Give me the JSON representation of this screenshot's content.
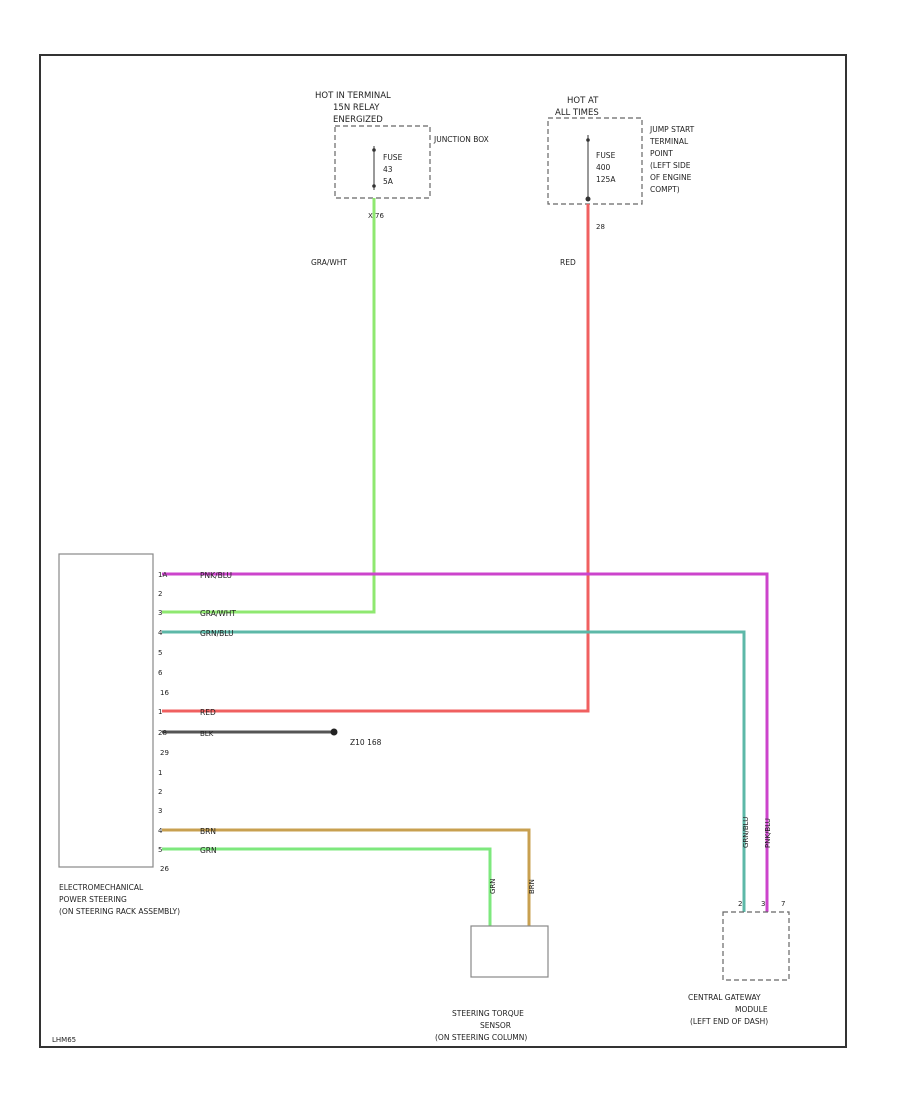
{
  "sources": {
    "hot_run": {
      "lines": [
        "HOT IN TERMINAL",
        "15N RELAY",
        "ENERGIZED"
      ],
      "fuse": [
        "FUSE",
        "43",
        "5A"
      ],
      "location": "JUNCTION BOX",
      "pin": "X 76"
    },
    "hot_all": {
      "lines": [
        "HOT AT",
        "ALL TIMES"
      ],
      "fuse": [
        "FUSE",
        "400",
        "125A"
      ],
      "location": [
        "JUMP START",
        "TERMINAL",
        "POINT",
        "(LEFT SIDE",
        "OF ENGINE",
        "COMPT)"
      ],
      "pin": "28"
    }
  },
  "wires": {
    "gra_wht": "GRA/WHT",
    "red": "RED",
    "pnk_blu": "PNK/BLU",
    "grn_blu": "GRN/BLU",
    "brn": "BRN",
    "brn_short": "BRN",
    "grn": "GRN",
    "grn_short": "GRN",
    "grn_blu_vert": "GRN/BLU",
    "pnk_blu_vert": "PNK/BLU"
  },
  "module": {
    "label": [
      "ELECTROMECHANICAL",
      "POWER STEERING",
      "(ON STEERING RACK ASSEMBLY)"
    ],
    "pins": [
      "1A",
      "2",
      "3",
      "4",
      "5",
      "6",
      "16",
      "1",
      "28",
      "29",
      "1",
      "2",
      "3",
      "4",
      "5",
      "26"
    ]
  },
  "ground": {
    "label": "Z10 168"
  },
  "sensor": {
    "label": [
      "STEERING TORQUE",
      "SENSOR",
      "(ON STEERING COLUMN)"
    ]
  },
  "gateway": {
    "label": [
      "CENTRAL GATEWAY",
      "MODULE",
      "(LEFT END OF DASH)"
    ],
    "pins": [
      "2",
      "3",
      "7"
    ]
  },
  "footer": {
    "code": "LHM65"
  },
  "colors": {
    "gra_wht": "#8fe870",
    "red": "#f06060",
    "pnk_blu": "#cc44cc",
    "grn_blu": "#5db8a8",
    "brn": "#c8a050",
    "grn": "#7ee87e",
    "gnd": "#333333",
    "frame": "#333333"
  }
}
